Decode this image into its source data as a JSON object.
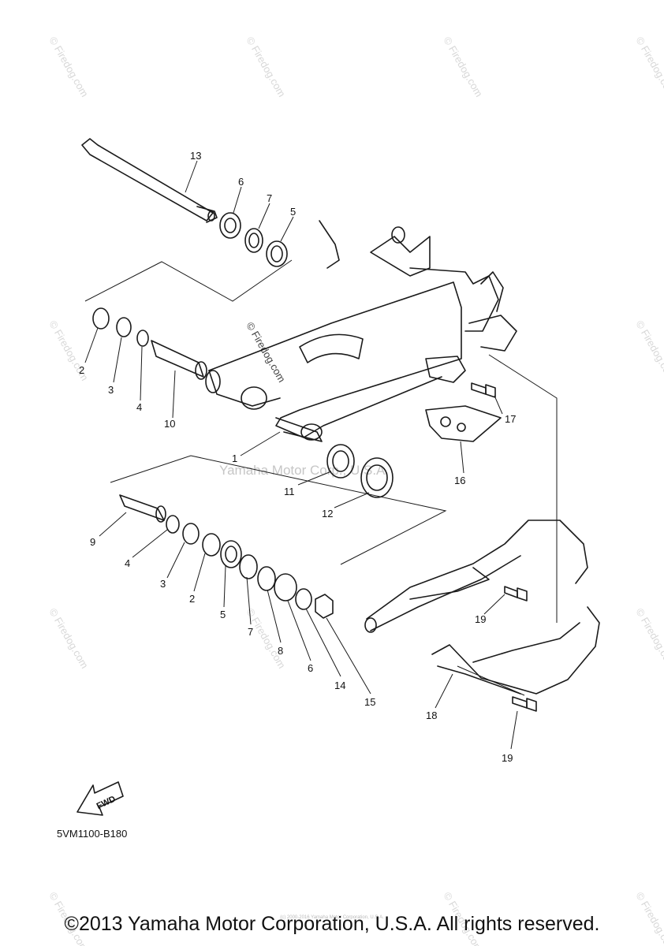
{
  "diagram": {
    "watermark_text": "© Firedog.com",
    "center_watermark": "Yamaha Motor Corp., U.S.A.",
    "fwd_label": "FWD",
    "diagram_code": "5VM1100-B180",
    "callouts": {
      "c1": "1",
      "c2a": "2",
      "c2b": "2",
      "c3a": "3",
      "c3b": "3",
      "c4a": "4",
      "c4b": "4",
      "c5a": "5",
      "c5b": "5",
      "c6a": "6",
      "c6b": "6",
      "c7a": "7",
      "c7b": "7",
      "c8": "8",
      "c9": "9",
      "c10": "10",
      "c11": "11",
      "c12": "12",
      "c13": "13",
      "c14": "14",
      "c15": "15",
      "c16": "16",
      "c17": "17",
      "c18": "18",
      "c19a": "19",
      "c19b": "19"
    }
  },
  "footer": {
    "copyright": "©2013 Yamaha Motor Corporation, U.S.A. All rights reserved.",
    "fine_print": "(c) 2000-2016 Yamaha Motor Corporation, U.S.A."
  }
}
